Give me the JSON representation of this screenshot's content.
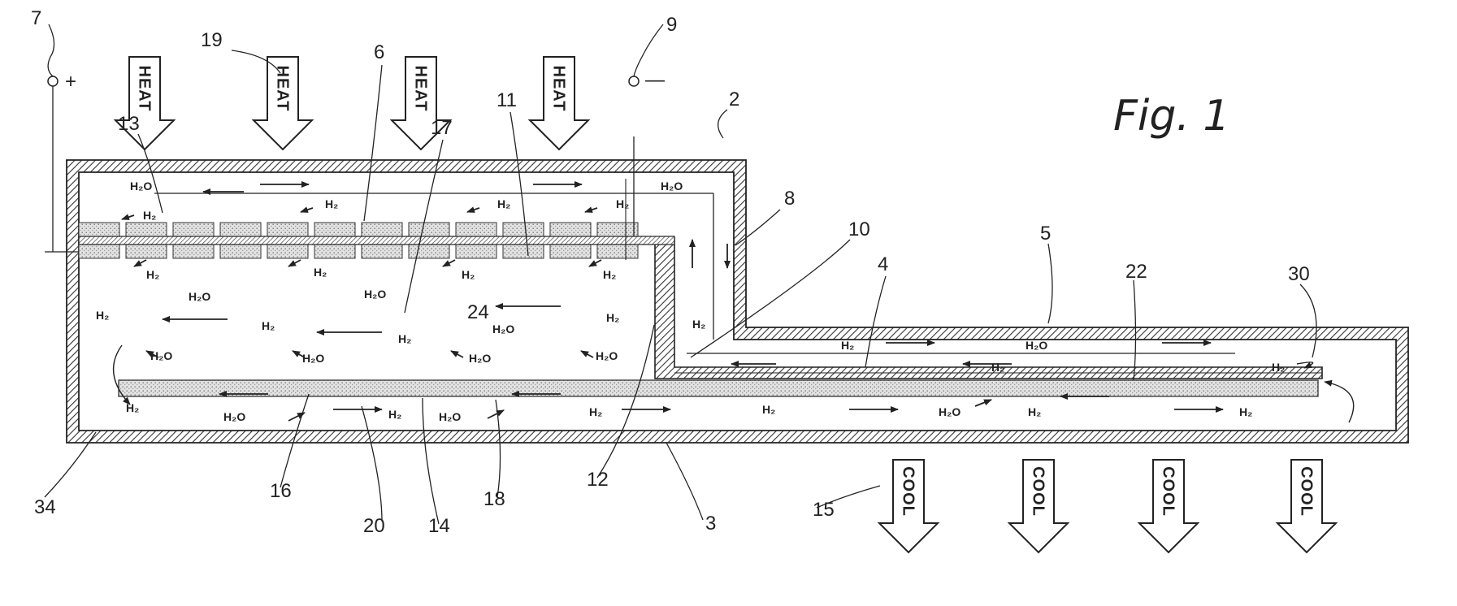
{
  "figure": {
    "title": "Fig. 1",
    "terminals": {
      "positive": "+",
      "negative": "—"
    },
    "heat_label": "HEAT",
    "cool_label": "COOL",
    "reference_numerals": {
      "n2": "2",
      "n3": "3",
      "n4": "4",
      "n5": "5",
      "n6": "6",
      "n7": "7",
      "n8": "8",
      "n9": "9",
      "n10": "10",
      "n11": "11",
      "n12": "12",
      "n13": "13",
      "n14": "14",
      "n15": "15",
      "n16": "16",
      "n17": "17",
      "n18": "18",
      "n19": "19",
      "n20": "20",
      "n22": "22",
      "n24": "24",
      "n30": "30",
      "n34": "34"
    },
    "species": {
      "water": "H₂O",
      "hydrogen": "H₂"
    }
  }
}
